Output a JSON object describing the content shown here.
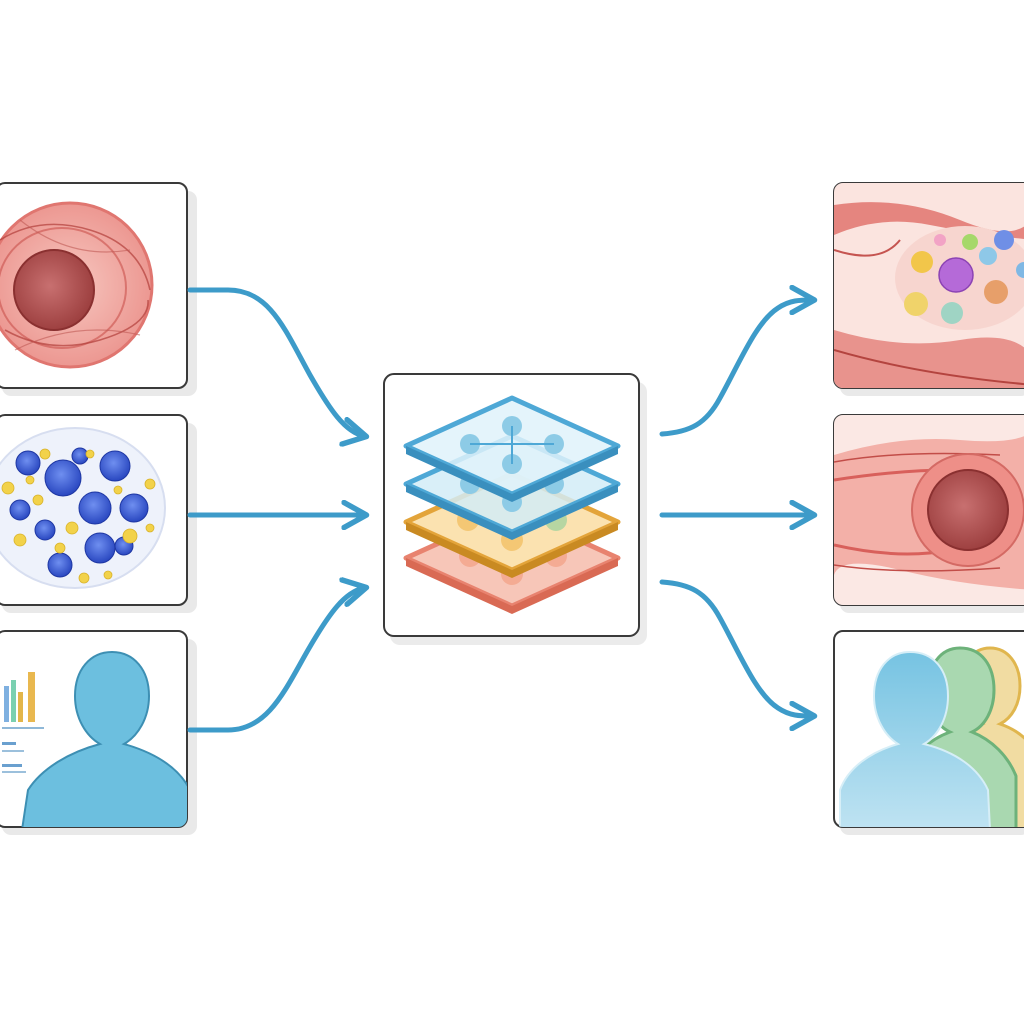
{
  "diagram": {
    "inputs": [
      {
        "id": "tissue-cross-section",
        "kind": "histology"
      },
      {
        "id": "cell-cluster",
        "kind": "cellular"
      },
      {
        "id": "patient-profile",
        "kind": "clinical-data"
      }
    ],
    "center": {
      "id": "layered-model",
      "layers": [
        "blue",
        "blue",
        "orange",
        "salmon"
      ]
    },
    "outputs": [
      {
        "id": "tissue-with-cells",
        "kind": "histology-annotated"
      },
      {
        "id": "tissue-longitudinal",
        "kind": "histology"
      },
      {
        "id": "patient-group",
        "kind": "population"
      }
    ],
    "colors": {
      "arrow": "#3d9bc9",
      "tissue": "#e9807c",
      "tissue_dark": "#a8403d",
      "cell_blue": "#3a62d6",
      "cell_yellow": "#f2d24a",
      "person": "#6dbedd",
      "layer_blue": "#4ea8d6",
      "layer_orange": "#e3a43a",
      "layer_salmon": "#e8836f",
      "person_green": "#6db27a",
      "person_gold": "#e0b64e"
    }
  }
}
